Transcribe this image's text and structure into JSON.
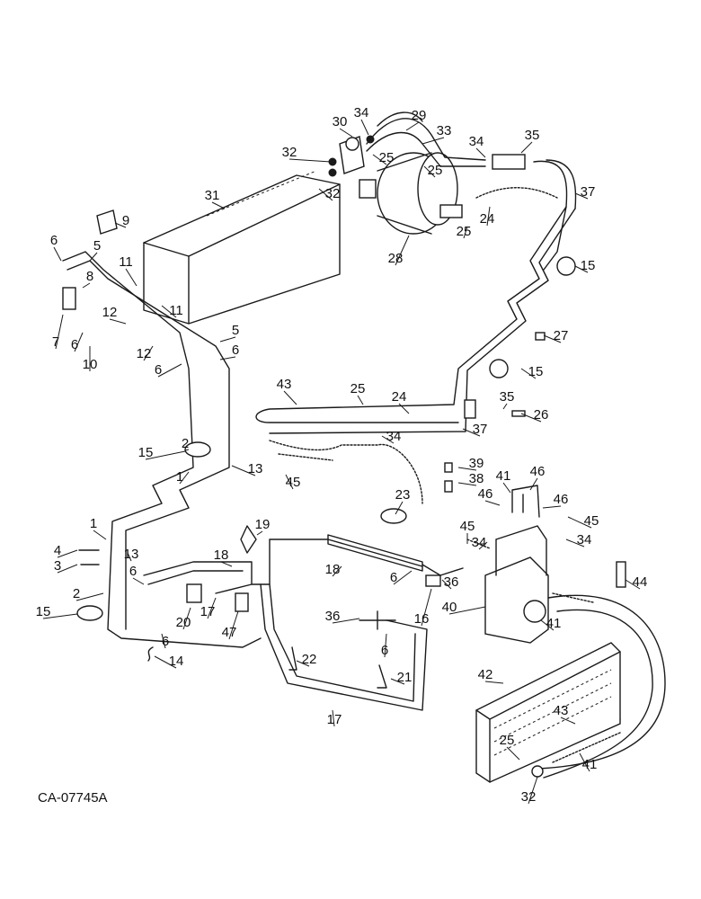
{
  "figure_code": "CA-07745A",
  "callouts": [
    "30",
    "34",
    "29",
    "33",
    "34",
    "35",
    "32",
    "25",
    "25",
    "37",
    "31",
    "32",
    "9",
    "24",
    "25",
    "28",
    "15",
    "6",
    "5",
    "11",
    "8",
    "11",
    "7",
    "6",
    "12",
    "10",
    "12",
    "5",
    "6",
    "6",
    "27",
    "15",
    "43",
    "25",
    "24",
    "35",
    "26",
    "37",
    "34",
    "2",
    "15",
    "1",
    "13",
    "39",
    "38",
    "45",
    "23",
    "41",
    "46",
    "46",
    "46",
    "45",
    "1",
    "4",
    "3",
    "13",
    "19",
    "18",
    "18",
    "45",
    "34",
    "34",
    "6",
    "36",
    "2",
    "15",
    "6",
    "20",
    "17",
    "47",
    "6",
    "16",
    "40",
    "44",
    "41",
    "36",
    "14",
    "6",
    "22",
    "21",
    "42",
    "17",
    "43",
    "25",
    "41",
    "32"
  ],
  "colors": {
    "ink": "#1a1a1a",
    "paper": "#ffffff"
  }
}
